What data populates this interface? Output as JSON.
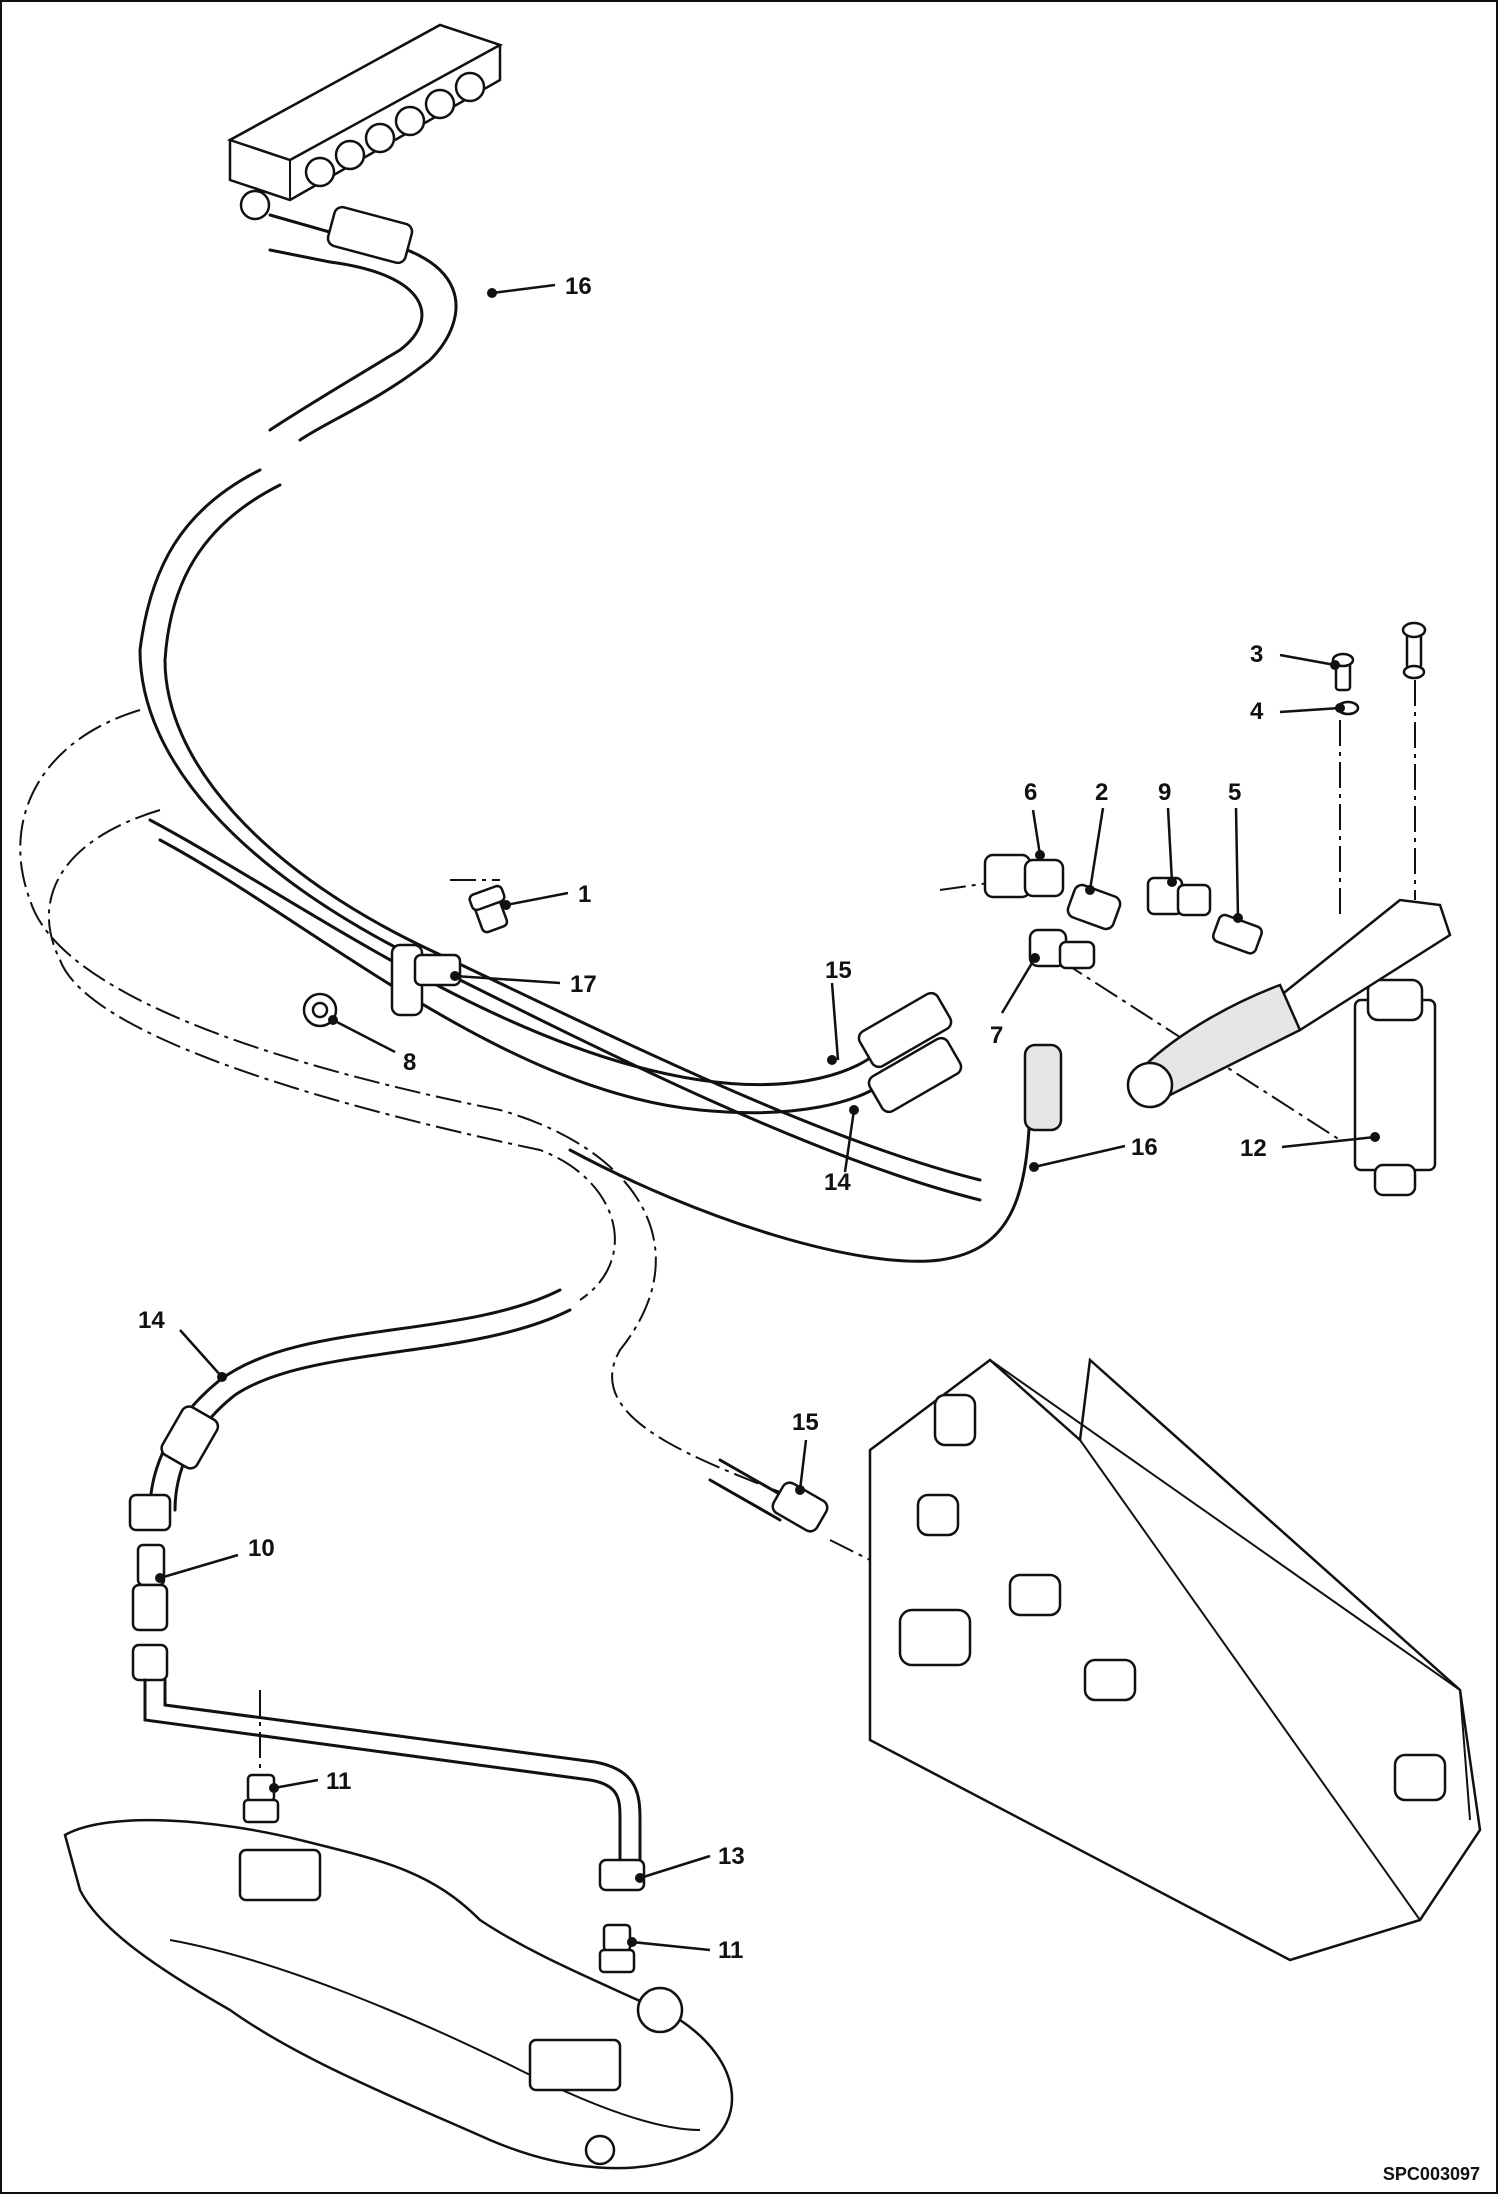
{
  "diagram": {
    "drawing_code": "SPC003097",
    "callouts": [
      {
        "id": "c16a",
        "label": "16"
      },
      {
        "id": "c3",
        "label": "3"
      },
      {
        "id": "c4",
        "label": "4"
      },
      {
        "id": "c6",
        "label": "6"
      },
      {
        "id": "c2",
        "label": "2"
      },
      {
        "id": "c9",
        "label": "9"
      },
      {
        "id": "c5",
        "label": "5"
      },
      {
        "id": "c1",
        "label": "1"
      },
      {
        "id": "c17",
        "label": "17"
      },
      {
        "id": "c15a",
        "label": "15"
      },
      {
        "id": "c7",
        "label": "7"
      },
      {
        "id": "c8",
        "label": "8"
      },
      {
        "id": "c16b",
        "label": "16"
      },
      {
        "id": "c12",
        "label": "12"
      },
      {
        "id": "c14a",
        "label": "14"
      },
      {
        "id": "c14b",
        "label": "14"
      },
      {
        "id": "c15b",
        "label": "15"
      },
      {
        "id": "c10",
        "label": "10"
      },
      {
        "id": "c11a",
        "label": "11"
      },
      {
        "id": "c13",
        "label": "13"
      },
      {
        "id": "c11b",
        "label": "11"
      }
    ]
  }
}
